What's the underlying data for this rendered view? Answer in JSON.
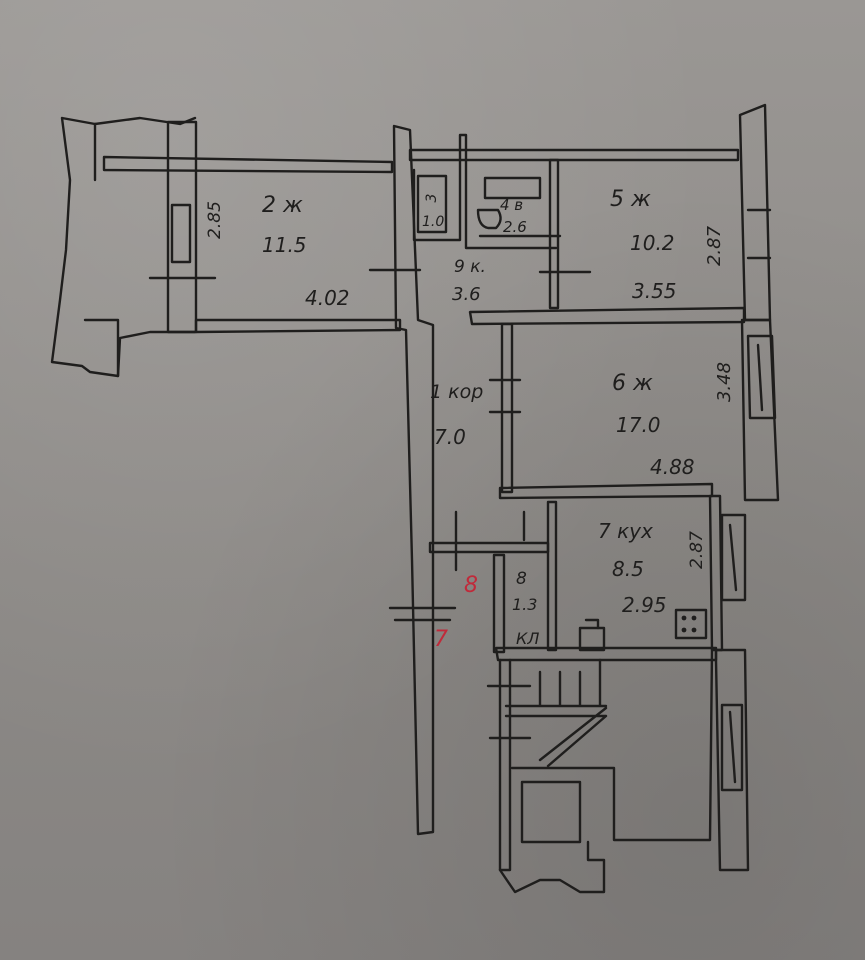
{
  "rooms": [
    {
      "id": "r2",
      "label": "2 ж",
      "area": "11.5",
      "dims": [
        "2.85",
        "4.02"
      ]
    },
    {
      "id": "r5",
      "label": "5 ж",
      "area": "10.2",
      "dims": [
        "2.87",
        "3.55"
      ]
    },
    {
      "id": "r6",
      "label": "6 ж",
      "area": "17.0",
      "dims": [
        "3.48",
        "4.88"
      ]
    },
    {
      "id": "r9",
      "label": "9 к.",
      "area": "3.6",
      "dims": []
    },
    {
      "id": "r1",
      "label": "1 кор",
      "area": "7.0",
      "dims": []
    },
    {
      "id": "r7",
      "label": "7 кух",
      "area": "8.5",
      "dims": [
        "2.87",
        "2.95"
      ]
    },
    {
      "id": "r3",
      "label": "3",
      "area": "1.0",
      "dims": []
    },
    {
      "id": "r4",
      "label": "4 в",
      "area": "2.6",
      "dims": []
    },
    {
      "id": "r8",
      "label": "8",
      "area": "1.3",
      "dims": []
    }
  ],
  "storage_label": "КЛ",
  "annotations": {
    "red_8": "8",
    "red_7": "7"
  },
  "colors": {
    "paper": "#908d8a",
    "ink": "#1f1e1d",
    "red_ink": "#c02a3a"
  }
}
